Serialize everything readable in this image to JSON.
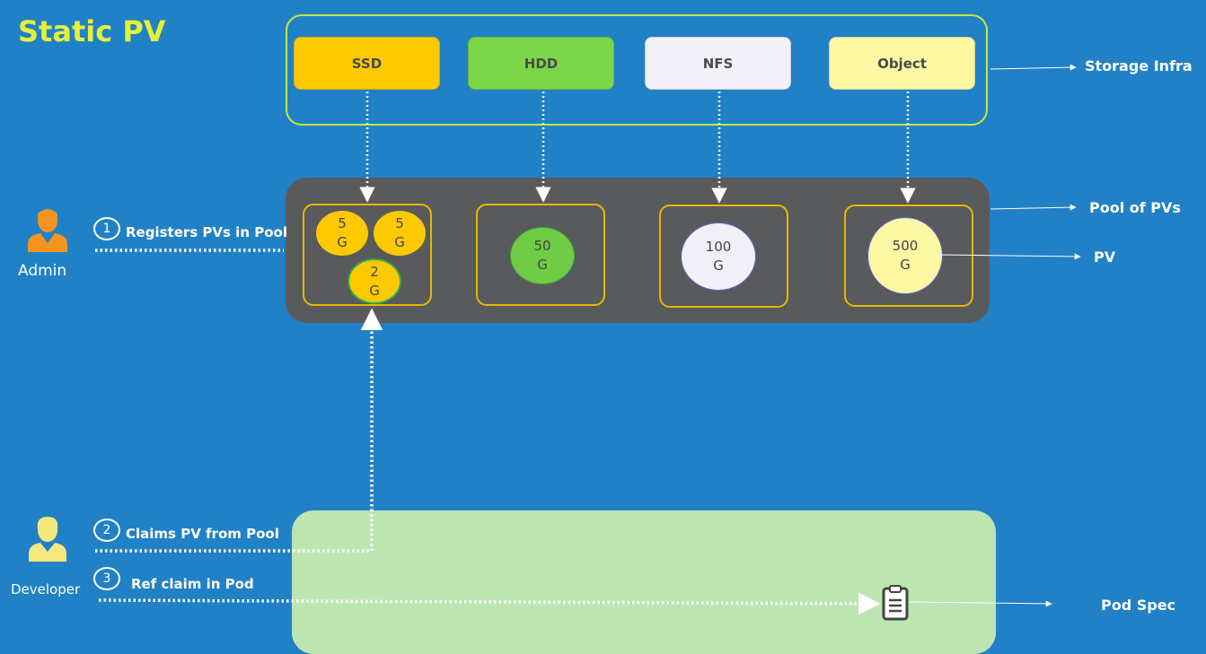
{
  "title": "Static PV",
  "storage_infra": {
    "label": "Storage Infra",
    "boxes": [
      {
        "label": "SSD",
        "color": "#fdc901"
      },
      {
        "label": "HDD",
        "color": "#7cd64a"
      },
      {
        "label": "NFS",
        "color": "#f3f1f8"
      },
      {
        "label": "Object",
        "color": "#fcf7a3"
      }
    ]
  },
  "pool": {
    "label": "Pool of PVs",
    "pv_label": "PV",
    "groups": [
      {
        "pvs": [
          {
            "size": "5",
            "unit": "G",
            "color": "#fdc901"
          },
          {
            "size": "5",
            "unit": "G",
            "color": "#fdc901"
          },
          {
            "size": "2",
            "unit": "G",
            "color": "#fdc901",
            "border": "#2ea84f"
          }
        ]
      },
      {
        "pvs": [
          {
            "size": "50",
            "unit": "G",
            "color": "#6fcc44"
          }
        ]
      },
      {
        "pvs": [
          {
            "size": "100",
            "unit": "G",
            "color": "#f1f0f7"
          }
        ]
      },
      {
        "pvs": [
          {
            "size": "500",
            "unit": "G",
            "color": "#fcf7a3"
          }
        ]
      }
    ]
  },
  "actors": {
    "admin": {
      "label": "Admin",
      "color": "#f5951f"
    },
    "developer": {
      "label": "Developer",
      "color": "#f7e87e"
    }
  },
  "steps": [
    {
      "number": "1",
      "text": "Registers PVs in Pool"
    },
    {
      "number": "2",
      "text": "Claims PV from Pool"
    },
    {
      "number": "3",
      "text": "Ref claim in Pod"
    }
  ],
  "pod_spec_label": "Pod Spec",
  "icons": {
    "admin": "person-icon",
    "developer": "person-icon",
    "pod_spec": "clipboard-icon"
  }
}
